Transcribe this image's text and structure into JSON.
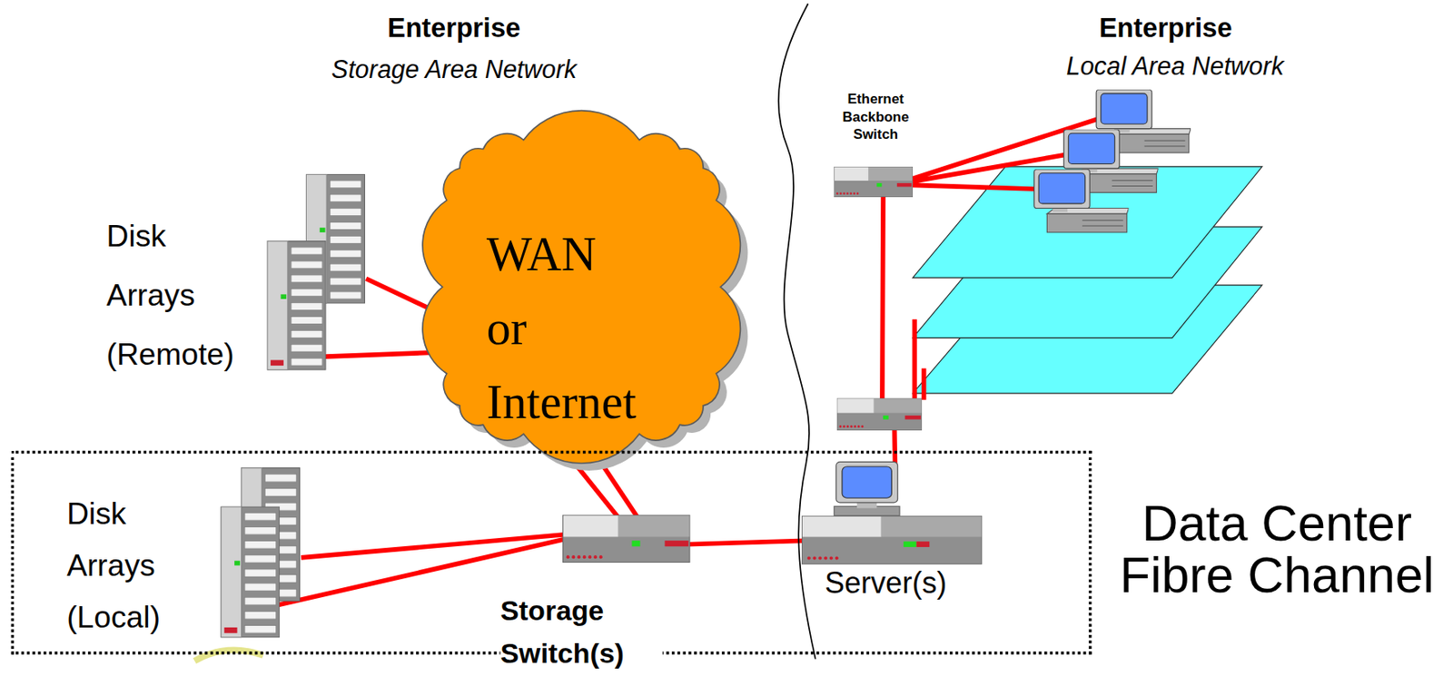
{
  "diagram": {
    "nodes": [
      {
        "text": [
          "Disk Arrays (Remote)"
        ]
      },
      {
        "text": [
          "WAN or Internet"
        ]
      },
      {
        "text": [
          "Ethernet Backbone Switch"
        ]
      },
      {
        "text": [
          "Data Center Fibre Channel"
        ]
      },
      {
        "text": [
          "Disk Arrays (Local)"
        ],
        "in": 3
      },
      {
        "text": [
          "Storage Switch(s)"
        ],
        "in": 3
      },
      {
        "text": [
          "Server(s)"
        ],
        "in": 3
      }
    ],
    "edges": [
      {
        "from": 0,
        "to": 1,
        "arrow": "none"
      },
      {
        "from": 0,
        "to": 1,
        "arrow": "none"
      },
      {
        "from": 1,
        "to": 5,
        "arrow": "none"
      },
      {
        "from": 1,
        "to": 5,
        "arrow": "none"
      },
      {
        "from": 4,
        "to": 5,
        "arrow": "none"
      },
      {
        "from": 4,
        "to": 5,
        "arrow": "none"
      },
      {
        "from": 5,
        "to": 6,
        "arrow": "none"
      },
      {
        "from": 6,
        "to": 2,
        "arrow": "none"
      }
    ],
    "labels": [
      "Enterprise",
      "Storage Area Network",
      "Enterprise",
      "Local Area Network"
    ]
  }
}
